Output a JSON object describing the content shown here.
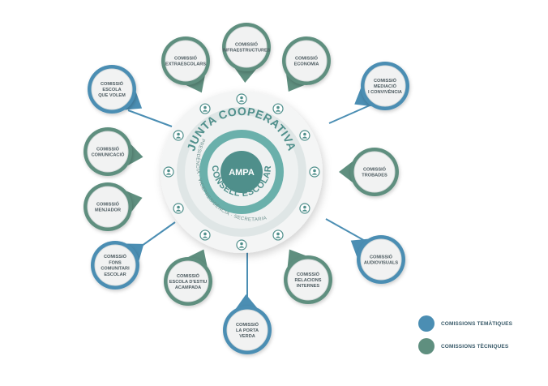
{
  "colors": {
    "tematica": "#4b8eb3",
    "tecnica": "#5f8f7f",
    "teal": "#6ab0ab",
    "dark_teal": "#4f8f8b",
    "bubble_fill": "#f1f2f2",
    "text": "#4d5b60",
    "center_bg": "#f4f5f5"
  },
  "center": {
    "outer_title": "JUNTA COOPERATIVA",
    "inner_title": "CONSELL ESCOLAR",
    "core_label": "AMPA",
    "ring_text": "PRESIDÈNCIA · VICEPRESIDÈNCIA · SECRETARIA"
  },
  "bubbles": [
    {
      "id": "infraestructures",
      "type": "tecnica",
      "lines": [
        "COMISSIÓ",
        "INFRAESTRUCTURES"
      ]
    },
    {
      "id": "extraescolars",
      "type": "tecnica",
      "lines": [
        "COMISSIÓ",
        "EXTRAESCOLARS"
      ]
    },
    {
      "id": "economia",
      "type": "tecnica",
      "lines": [
        "COMISSIÓ",
        "ECONOMIA"
      ]
    },
    {
      "id": "escola-que-volem",
      "type": "tematica",
      "lines": [
        "COMISSIÓ",
        "ESCOLA",
        "QUE VOLEM"
      ]
    },
    {
      "id": "mediacio",
      "type": "tematica",
      "lines": [
        "COMISSIÓ",
        "MEDIACIÓ",
        "I CONVIVÈNCIA"
      ]
    },
    {
      "id": "comunicacio",
      "type": "tecnica",
      "lines": [
        "COMISSIÓ",
        "COMUNICACIÓ"
      ]
    },
    {
      "id": "trobades",
      "type": "tecnica",
      "lines": [
        "COMISSIÓ",
        "TROBADES"
      ]
    },
    {
      "id": "menjador",
      "type": "tecnica",
      "lines": [
        "COMISSIÓ",
        "MENJADOR"
      ]
    },
    {
      "id": "fons-comunitari",
      "type": "tematica",
      "lines": [
        "COMISSIÓ",
        "FONS",
        "COMUNITARI",
        "ESCOLAR"
      ]
    },
    {
      "id": "audiovisuals",
      "type": "tematica",
      "lines": [
        "COMISSIÓ",
        "AUDIOVISUALS"
      ]
    },
    {
      "id": "escola-estiu",
      "type": "tecnica",
      "lines": [
        "COMISSIÓ",
        "ESCOLA D'ESTIU",
        "ACAMPADA"
      ]
    },
    {
      "id": "relacions-internes",
      "type": "tecnica",
      "lines": [
        "COMISSIÓ",
        "RELACIONS",
        "INTERNES"
      ]
    },
    {
      "id": "la-porta-verda",
      "type": "tematica",
      "lines": [
        "COMISSIÓ",
        "LA PORTA",
        "VERDA"
      ]
    }
  ],
  "legend": [
    {
      "id": "tematica",
      "label": "COMISSIONS TEMÀTIQUES"
    },
    {
      "id": "tecnica",
      "label": "COMISSIONS TÈCNIQUES"
    }
  ]
}
